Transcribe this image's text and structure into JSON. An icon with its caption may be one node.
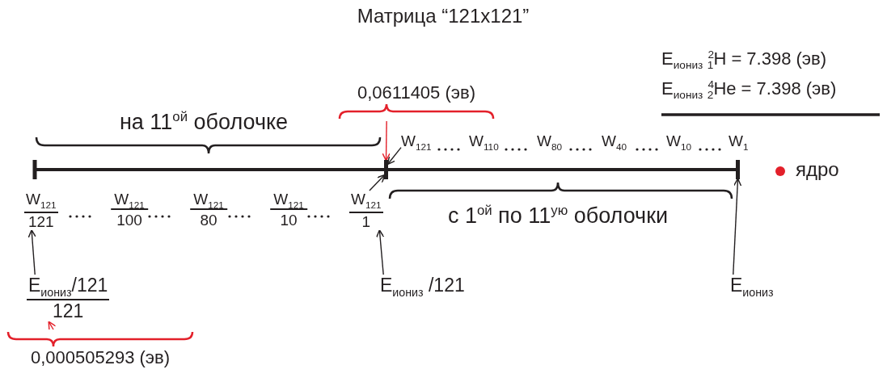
{
  "diagram": {
    "title": "Матрица “121x121”",
    "nodes": [
      {
        "text": [
          "0,0611405 (эв)"
        ]
      },
      {
        "text": [
          "W$_{121}$"
        ]
      },
      {
        "text": [],
        "shape": "bar"
      },
      {
        "text": [],
        "shape": "bar"
      },
      {
        "text": [
          "W$_{121}$",
          "121"
        ]
      },
      {
        "text": [
          "W$_{121}$",
          "1"
        ]
      },
      {
        "text": [
          "E$_{иониз}$/121",
          "121"
        ]
      },
      {
        "text": [
          "E$_{иониз}$ /121"
        ]
      },
      {
        "text": [
          "E$_{иониз}$"
        ]
      },
      {
        "text": [
          "0,000505293 (эв)"
        ]
      }
    ],
    "edges": [
      {
        "from": 0,
        "to": 2,
        "arrow": "to",
        "color": "#e3202a"
      },
      {
        "from": 1,
        "to": 2,
        "arrow": "to"
      },
      {
        "from": 5,
        "to": 2,
        "arrow": "to"
      },
      {
        "from": 6,
        "to": 4,
        "arrow": "to"
      },
      {
        "from": 7,
        "to": 5,
        "arrow": "to"
      },
      {
        "from": 8,
        "to": 3,
        "arrow": "to"
      },
      {
        "from": 9,
        "to": 6,
        "arrow": "to",
        "color": "#e3202a"
      }
    ],
    "labels": [
      "E$_{иониз}$ $^{2}$$_{1}$H = 7.398 (эв)",
      "E$_{иониз}$ $^{4}$$_{2}$He = 7.398 (эв)",
      "на 11$^{ой}$ оболочке",
      "W$_{110}$",
      "W$_{80}$",
      "W$_{40}$",
      "W$_{10}$",
      "W$_{1}$",
      "W$_{121}$",
      "100",
      "W$_{121}$",
      "80",
      "W$_{121}$",
      "10",
      "с 1$^{ой}$ по 11$^{ую}$ оболочки"
    ],
    "legend": [
      {
        "text": "ядро",
        "color": "#e3202a"
      }
    ]
  }
}
